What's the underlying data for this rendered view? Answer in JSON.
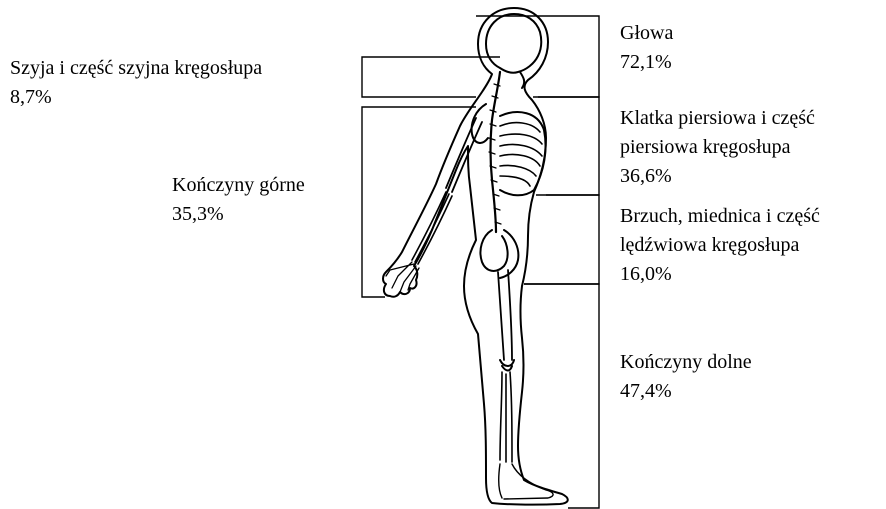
{
  "regions": [
    {
      "id": "glowa",
      "lines": [
        "Głowa",
        "72,1%"
      ]
    },
    {
      "id": "szyja",
      "lines": [
        "Szyja i część szyjna kręgosłupa",
        "8,7%"
      ]
    },
    {
      "id": "klatka",
      "lines": [
        "Klatka piersiowa i część",
        "piersiowa kręgosłupa",
        "36,6%"
      ]
    },
    {
      "id": "konczyny-gorne",
      "lines": [
        "Kończyny górne",
        "35,3%"
      ]
    },
    {
      "id": "brzuch",
      "lines": [
        "Brzuch, miednica i część",
        "lędźwiowa kręgosłupa",
        "16,0%"
      ]
    },
    {
      "id": "konczyny-dolne",
      "lines": [
        "Kończyny dolne",
        "47,4%"
      ]
    }
  ],
  "colors": {
    "line": "#000000",
    "background": "#ffffff"
  }
}
